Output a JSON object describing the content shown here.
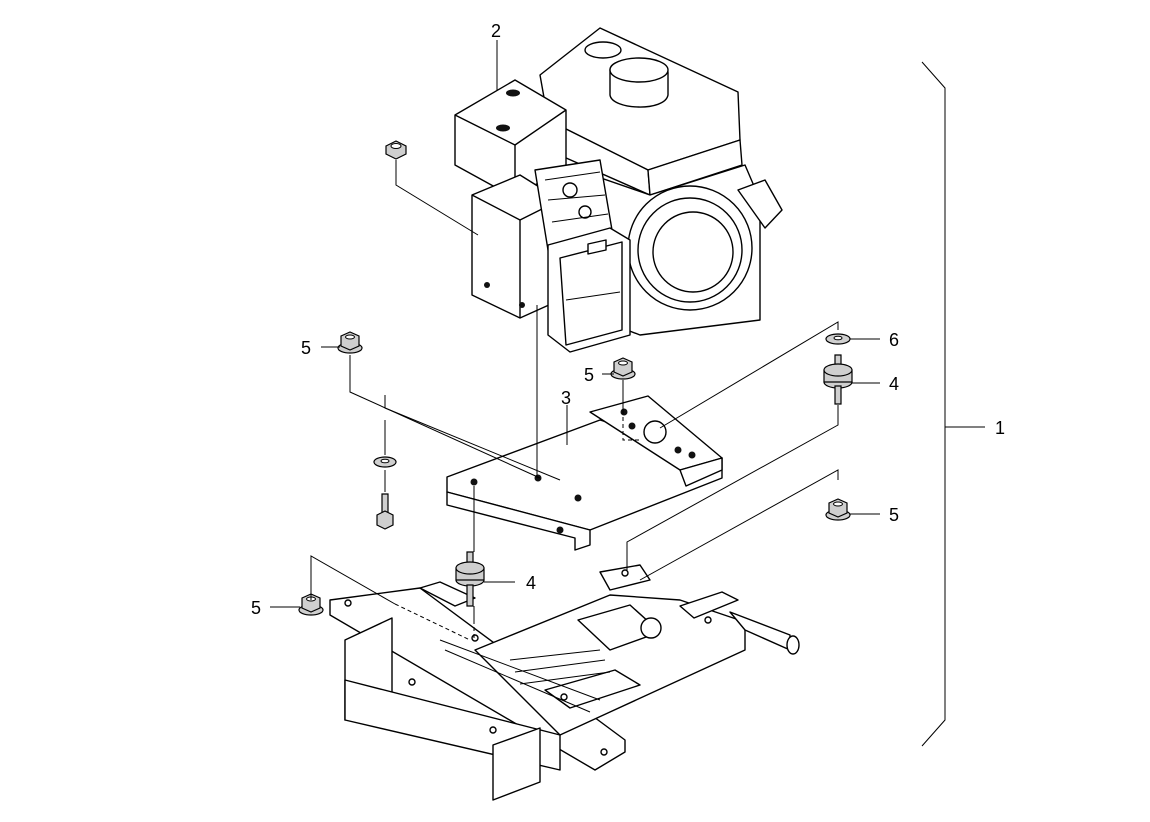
{
  "callouts": {
    "c1": "1",
    "c2": "2",
    "c3": "3",
    "c4a": "4",
    "c4b": "4",
    "c5a": "5",
    "c5b": "5",
    "c5c": "5",
    "c5d": "5",
    "c6": "6"
  },
  "colors": {
    "line": "#000000",
    "background": "#ffffff",
    "shade": "#cfcfcf"
  }
}
